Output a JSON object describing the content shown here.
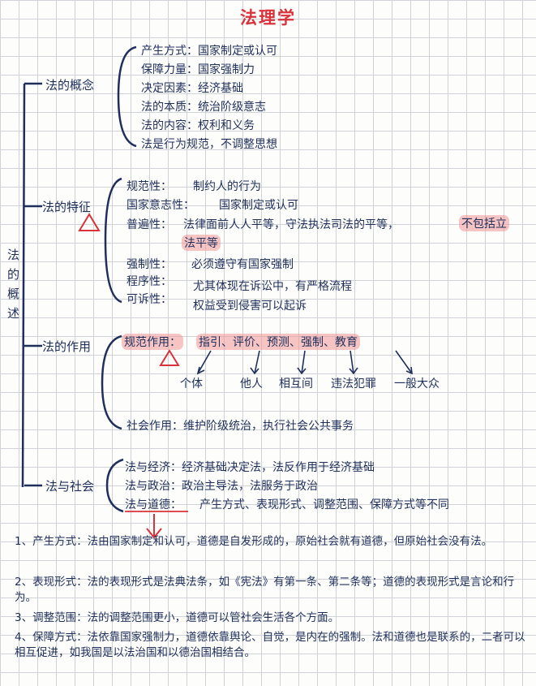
{
  "title": "法理学",
  "root": "法的概述",
  "sections": [
    {
      "label": "法的概念",
      "items": [
        "产生方式：国家制定或认可",
        "保障力量：国家强制力",
        "决定因素：经济基础",
        "法的本质：统治阶级意志",
        "法的内容：权利和义务",
        "法是行为规范，不调整思想"
      ]
    },
    {
      "label": "法的特征",
      "items": [
        {
          "key": "规范性：",
          "val": "制约人的行为"
        },
        {
          "key": "国家意志性：",
          "val": "国家制定或认可"
        },
        {
          "key": "普遍性：",
          "val": "法律面前人人平等，守法执法司法的平等，",
          "hl1": "不包括立",
          "hl2": "法平等"
        },
        {
          "key": "强制性：",
          "val": "必须遵守有国家强制"
        },
        {
          "key": "程序性：",
          "val": "尤其体现在诉讼中，有严格流程"
        },
        {
          "key": "可诉性：",
          "val": "权益受到侵害可以起诉"
        }
      ]
    },
    {
      "label": "法的作用",
      "normative": {
        "label": "规范作用：",
        "text": "指引、评价、预测、强制、教育",
        "targets": [
          "个体",
          "他人",
          "相互间",
          "违法犯罪",
          "一般大众"
        ]
      },
      "social": "社会作用：维护阶级统治，执行社会公共事务"
    },
    {
      "label": "法与社会",
      "items": [
        "法与经济：经济基础决定法，法反作用于经济基础",
        "法与政治：政治主导法，法服务于政治"
      ],
      "morality": {
        "key": "法与道德：",
        "val": "产生方式、表现形式、调整范围、保障方式等不同"
      }
    }
  ],
  "notes": [
    "1、产生方式：法由国家制定和认可，道德是自发形成的，原始社会就有道德，但原始社会没有法。",
    "2、表现形式：法的表现形式是法典法条，如《宪法》有第一条、第二条等；道德的表现形式是言论和行为。",
    "3、调整范围：法的调整范围更小，道德可以管社会生活各个方面。",
    "4、保障方式：法依靠国家强制力，道德依靠舆论、自觉，是内在的强制。法和道德也是联系的，二者可以相互促进，如我国是以法治国和以德治国相结合。"
  ],
  "colors": {
    "ink": "#1f2f5c",
    "title": "#d9323a",
    "highlight": "#f09696",
    "mark": "#d9323a"
  }
}
